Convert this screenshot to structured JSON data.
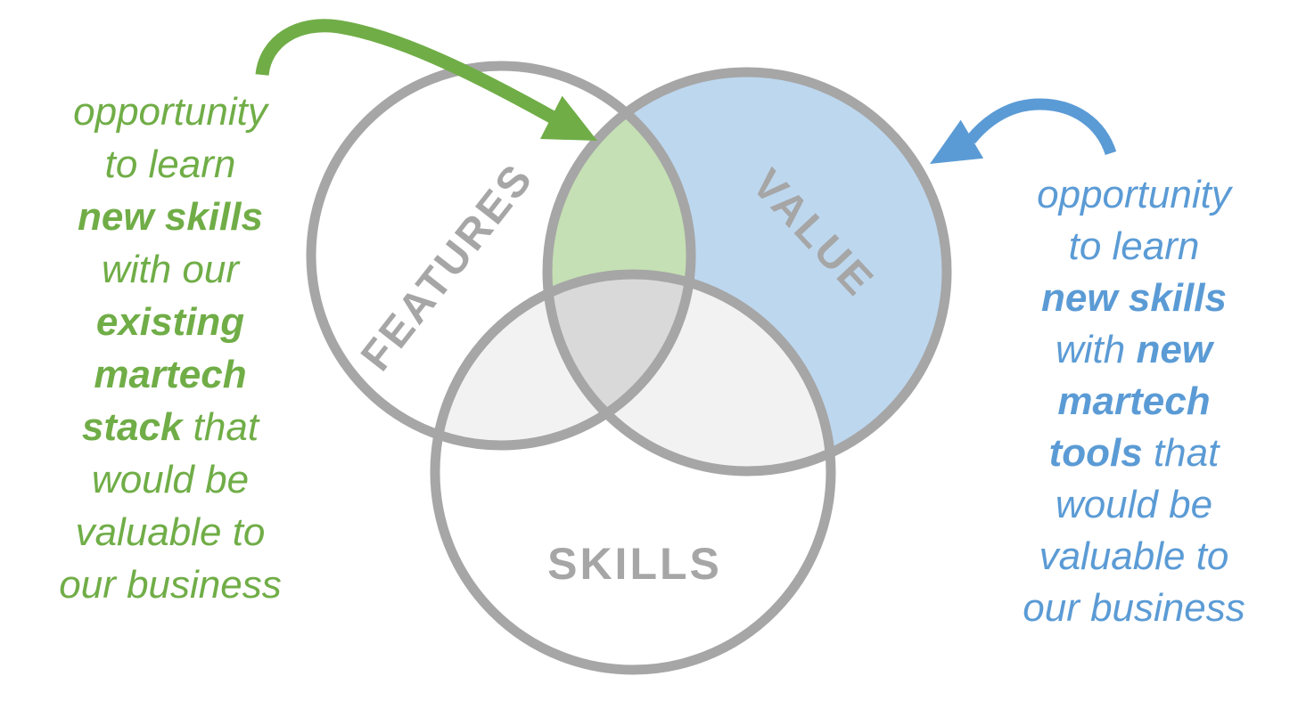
{
  "diagram": {
    "type": "venn",
    "circles": [
      {
        "id": "features",
        "label": "FEATURES"
      },
      {
        "id": "value",
        "label": "VALUE"
      },
      {
        "id": "skills",
        "label": "SKILLS"
      }
    ],
    "colors": {
      "value_fill": "#bdd7ee",
      "features_value_overlap": "#c5e0b4",
      "skills_pair_overlap": "#f2f2f2",
      "triple_overlap": "#d9d9d9",
      "circle_stroke": "#a6a6a6",
      "label_gray": "#a6a6a6",
      "green_accent": "#70ad47",
      "blue_accent": "#5b9bd5"
    }
  },
  "annotations": {
    "left": {
      "color": "#70ad47",
      "lines": [
        [
          {
            "text": "opportunity",
            "bold": false
          }
        ],
        [
          {
            "text": "to learn",
            "bold": false
          }
        ],
        [
          {
            "text": "new skills",
            "bold": true
          }
        ],
        [
          {
            "text": "with our",
            "bold": false
          }
        ],
        [
          {
            "text": "existing",
            "bold": true
          }
        ],
        [
          {
            "text": "martech",
            "bold": true
          }
        ],
        [
          {
            "text": "stack",
            "bold": true
          },
          {
            "text": " that",
            "bold": false
          }
        ],
        [
          {
            "text": "would be",
            "bold": false
          }
        ],
        [
          {
            "text": "valuable to",
            "bold": false
          }
        ],
        [
          {
            "text": "our business",
            "bold": false
          }
        ]
      ]
    },
    "right": {
      "color": "#5b9bd5",
      "lines": [
        [
          {
            "text": "opportunity",
            "bold": false
          }
        ],
        [
          {
            "text": "to learn",
            "bold": false
          }
        ],
        [
          {
            "text": "new skills",
            "bold": true
          }
        ],
        [
          {
            "text": "with ",
            "bold": false
          },
          {
            "text": "new",
            "bold": true
          }
        ],
        [
          {
            "text": "martech",
            "bold": true
          }
        ],
        [
          {
            "text": "tools",
            "bold": true
          },
          {
            "text": " that",
            "bold": false
          }
        ],
        [
          {
            "text": "would be",
            "bold": false
          }
        ],
        [
          {
            "text": "valuable to",
            "bold": false
          }
        ],
        [
          {
            "text": "our business",
            "bold": false
          }
        ]
      ]
    }
  }
}
